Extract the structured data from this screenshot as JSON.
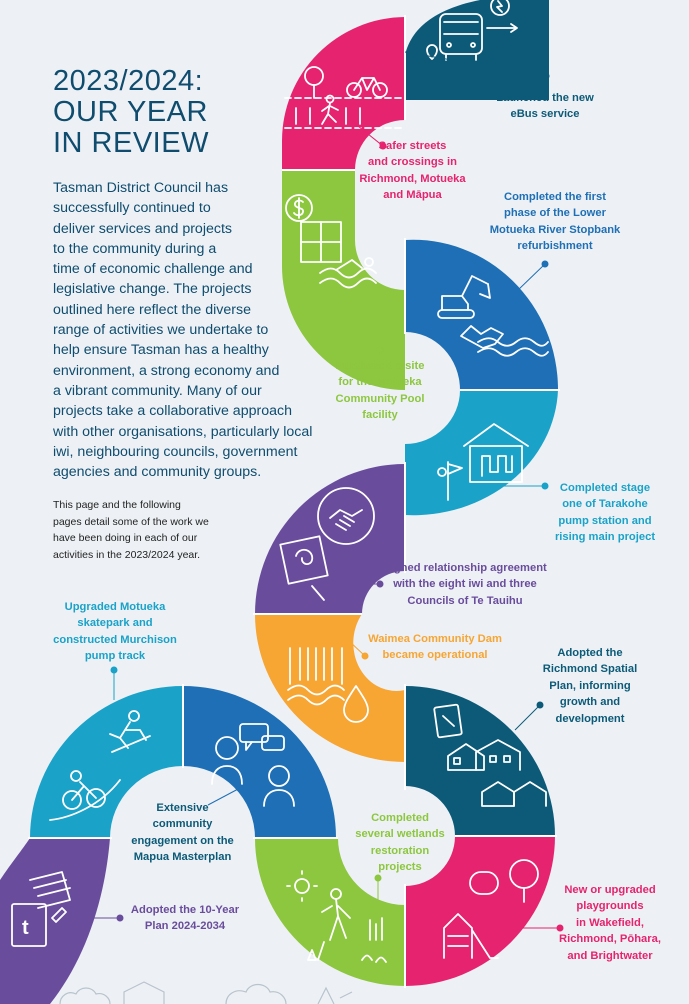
{
  "title_lines": [
    "2023/2024:",
    "OUR YEAR",
    "IN REVIEW"
  ],
  "intro_lines": [
    "Tasman District Council has",
    "successfully continued to",
    "deliver services and projects",
    "to the community during a",
    "time of economic challenge and",
    "legislative change. The projects",
    "outlined here reflect the diverse",
    "range of activities we undertake to",
    "help ensure Tasman has a healthy",
    "environment, a strong economy and",
    "a vibrant community. Many of our",
    "projects take a collaborative approach",
    "with other organisations, particularly local",
    "iwi, neighbouring councils, government",
    "agencies and community groups."
  ],
  "note_lines": [
    "This page and the following",
    "pages detail some of the work we",
    "have been doing in each of our",
    "activities in the 2023/2024 year."
  ],
  "colors": {
    "title": "#0f4c6e",
    "navy": "#0c5a78",
    "pink": "#e6236e",
    "green": "#8dc63f",
    "blue": "#1e6fb5",
    "cyan": "#1aa2c8",
    "purple": "#6a4c9c",
    "orange": "#f7a533"
  },
  "highlights": [
    {
      "icon": "ebus-icon",
      "lines": [
        "Launched the new",
        "eBus service"
      ]
    },
    {
      "icon": "street-crossing-icon",
      "lines": [
        "Safer streets",
        "and crossings in",
        "Richmond, Motueka",
        "and Māpua"
      ]
    },
    {
      "icon": "excavator-icon",
      "lines": [
        "Completed the first",
        "phase of the Lower",
        "Motueka River Stopbank",
        "refurbishment"
      ]
    },
    {
      "icon": "swimming-pool-icon",
      "lines": [
        "Purchased a site",
        "for the Motueka",
        "Community Pool",
        "facility"
      ]
    },
    {
      "icon": "pump-station-icon",
      "lines": [
        "Completed stage",
        "one of Tarakohe",
        "pump station and",
        "rising main project"
      ]
    },
    {
      "icon": "handshake-icon",
      "lines": [
        "Signed relationship agreement",
        "with the eight iwi and three",
        "Councils of Te Tauihu"
      ]
    },
    {
      "icon": "dam-icon",
      "lines": [
        "Waimea Community Dam",
        "became operational"
      ]
    },
    {
      "icon": "houses-icon",
      "lines": [
        "Adopted the",
        "Richmond Spatial",
        "Plan, informing",
        "growth and",
        "development"
      ]
    },
    {
      "icon": "skatepark-icon",
      "lines": [
        "Upgraded Motueka",
        "skatepark and",
        "constructed Murchison",
        "pump track"
      ]
    },
    {
      "icon": "community-engagement-icon",
      "lines": [
        "Extensive",
        "community",
        "engagement on the",
        "Mapua Masterplan"
      ]
    },
    {
      "icon": "wetland-icon",
      "lines": [
        "Completed",
        "several wetlands",
        "restoration",
        "projects"
      ]
    },
    {
      "icon": "playground-icon",
      "lines": [
        "New or upgraded",
        "playgrounds",
        "in Wakefield,",
        "Richmond, Pōhara,",
        "and Brightwater"
      ]
    },
    {
      "icon": "plan-documents-icon",
      "lines": [
        "Adopted the 10-Year",
        "Plan 2024-2034"
      ]
    }
  ]
}
